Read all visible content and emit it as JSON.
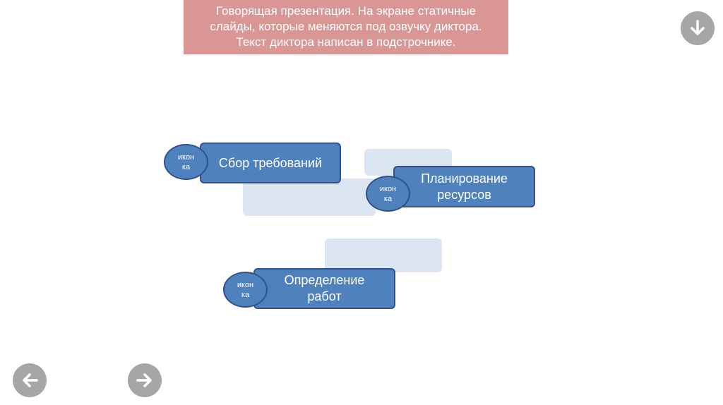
{
  "speaker_note": {
    "lines": [
      "Говорящая презентация. На экране статичные",
      "слайды, которые меняются под озвучку диктора.",
      "Текст диктора написан в подстрочнике."
    ]
  },
  "steps": [
    {
      "label_lines": [
        "Сбор требований"
      ],
      "icon_lines": [
        "икон",
        "ка"
      ]
    },
    {
      "label_lines": [
        "Планирование",
        "ресурсов"
      ],
      "icon_lines": [
        "икон",
        "ка"
      ]
    },
    {
      "label_lines": [
        "Определение",
        "работ"
      ],
      "icon_lines": [
        "икон",
        "ка"
      ]
    }
  ],
  "navigation": {
    "down_icon": "arrow-down-icon",
    "prev_icon": "arrow-left-icon",
    "next_icon": "arrow-right-icon",
    "button_color": "#a6a6a6"
  },
  "colors": {
    "note_bg": "#da9694",
    "step_fill": "#4f81bd",
    "step_border": "#2f528f",
    "ghost_fill": "#dce6f2"
  }
}
